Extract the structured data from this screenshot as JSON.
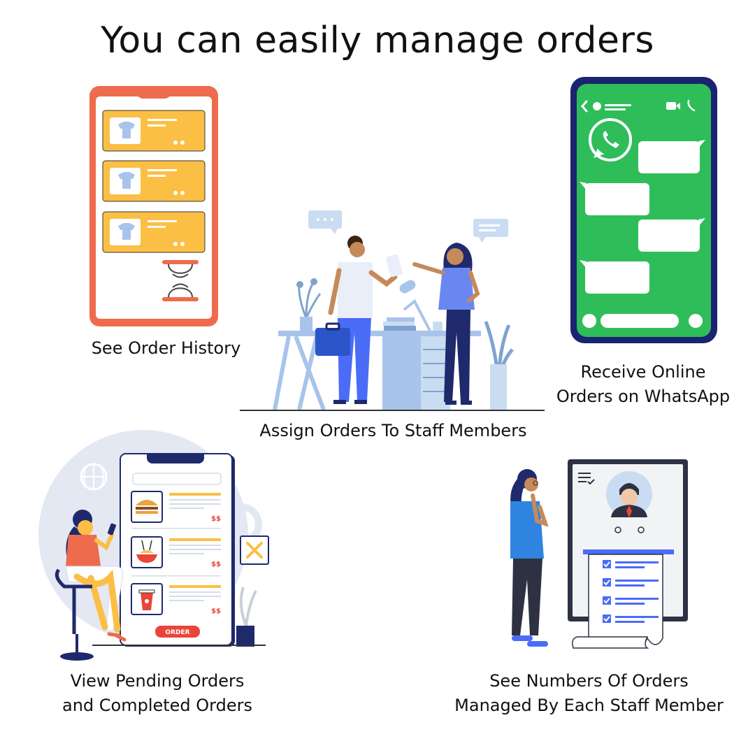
{
  "title": "You can easily manage orders",
  "features": {
    "order_history": {
      "label": "See Order History"
    },
    "whatsapp": {
      "line1": "Receive Online",
      "line2": "Orders on WhatsApp"
    },
    "assign": {
      "label": "Assign Orders To Staff Members"
    },
    "pending": {
      "line1": "View Pending Orders",
      "line2": "and Completed Orders",
      "order_button": "ORDER",
      "price_tag": "$$"
    },
    "staff_numbers": {
      "line1": "See Numbers Of Orders",
      "line2": "Managed By Each Staff Member"
    }
  },
  "icons": {
    "order_history": "phone-order-list-icon",
    "whatsapp": "whatsapp-phone-icon",
    "assign": "office-staff-illustration",
    "pending": "food-order-app-illustration",
    "staff_numbers": "staff-report-illustration"
  },
  "colors": {
    "phone_orange": "#EE6B4D",
    "card_yellow": "#FBBF46",
    "whatsapp_green": "#2EBD59",
    "navy": "#1E2A6B",
    "accent_blue": "#4A6CF7",
    "order_red": "#E8463A"
  }
}
